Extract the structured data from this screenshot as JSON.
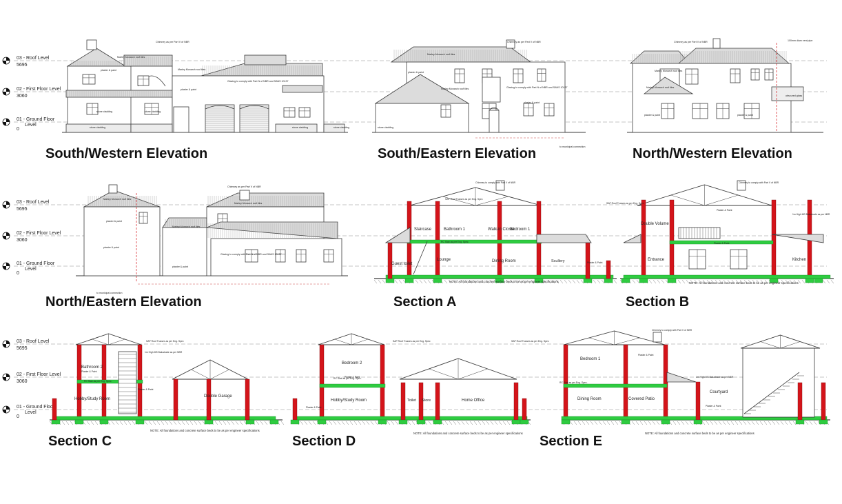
{
  "sheet": {
    "level_labels": {
      "roof": "03 - Roof Level",
      "first": "02 - First Floor Level",
      "ground_line1": "01 - Ground Floor",
      "ground_line2": "Level",
      "h_roof": "5695",
      "h_first": "3060",
      "h_ground": "0"
    },
    "views": [
      {
        "id": "sw",
        "title": "South/Western Elevation",
        "labels": [
          "Marley Monarch roof tiles",
          "Chimney as per Part V of NBR",
          "plaster & paint",
          "Marley Monarch roof tiles",
          "Glazing to comply with Part N of NBR and SANS 10137",
          "plaster & paint",
          "stone cladding",
          "stone cladding",
          "stone cladding"
        ]
      },
      {
        "id": "se",
        "title": "South/Eastern Elevation",
        "labels": [
          "Chimney as per Part V of NBR",
          "Marley Monarch roof tiles",
          "plaster & paint",
          "Marley Monarch roof tiles",
          "Glazing to comply with Part N of NBR and SANS 10137",
          "plaster & paint",
          "stone cladding",
          "to municipal connection"
        ]
      },
      {
        "id": "nw",
        "title": "North/Western Elevation",
        "labels": [
          "Chimney as per Part V of NBR",
          "100mm diam vent pipe",
          "Marley Monarch roof tiles",
          "Marley Monarch roof tiles",
          "obscured glass",
          "plaster & paint",
          "plaster & paint"
        ]
      },
      {
        "id": "ne",
        "title": "North/Eastern Elevation",
        "labels": [
          "Chimney as per Part V of NBR",
          "Marley Monarch roof tiles",
          "plaster & paint",
          "Marley Monarch roof tiles",
          "Marley Monarch roof tiles",
          "plaster & paint",
          "Glazing to comply with Part N of NBR and SANS 10137",
          "plaster & paint",
          "to municipal connection"
        ]
      },
      {
        "id": "secA",
        "title": "Section A",
        "labels": [
          "Chimney to comply with Part V of NBR",
          "SAP Roof Trusses as per Eng. Spec",
          "Staircase",
          "Bathroom 1",
          "Walk-in Closet",
          "Bedroom 1",
          "RC Slab as per Eng. Spec.",
          "Guest toilet",
          "Lounge",
          "Dining Room",
          "Scullery",
          "Plaster & Paint",
          "NOTE: All foundations and concrete surface beds to be as per engineer specifications"
        ]
      },
      {
        "id": "secB",
        "title": "Section B",
        "labels": [
          "Chimney to comply with Part V of NBR",
          "SAP Roof Trusses as per Eng. Spec",
          "Plaster & Paint",
          "Double Volume",
          "1m High MS Balustrade as per NBR",
          "Plaster & Paint",
          "Entrance",
          "Kitchen",
          "NOTE: All foundations and concrete surface beds to be as per engineer specifications"
        ]
      },
      {
        "id": "secC",
        "title": "Section C",
        "labels": [
          "SAP Roof Trusses as per Eng. Spec",
          "1m High MS Balustrade as per NBR",
          "Bathroom 2",
          "Plaster & Paint",
          "Hobby/Study Room",
          "RC Slab as per Eng. Spec.",
          "Plaster & Paint",
          "Double Garage",
          "NOTE: All foundations and concrete surface beds to be as per engineer specifications"
        ]
      },
      {
        "id": "secD",
        "title": "Section D",
        "labels": [
          "SAP Roof Trusses as per Eng. Spec",
          "Bedroom 2",
          "Plaster & Paint",
          "RC Slab as per Eng. Spec.",
          "Hobby/Study Room",
          "Toilet",
          "Store",
          "Home Office",
          "Plaster & Paint",
          "NOTE: All foundations and concrete surface beds to be as per engineer specifications"
        ]
      },
      {
        "id": "secE",
        "title": "Section E",
        "labels": [
          "Chimney to comply with Part V of NBR",
          "SAP Roof Trusses as per Eng. Spec",
          "Bedroom 1",
          "Plaster & Paint",
          "RC Slab as per Eng. Spec.",
          "Dining Room",
          "Covered Patio",
          "1m High MS Balustrade as per NBR",
          "Courtyard",
          "Plaster & Paint",
          "NOTE: All foundations and concrete surface beds to be as per engineer specifications"
        ]
      }
    ],
    "colors": {
      "line": "#3a3a3a",
      "wall_cut": "#d4141a",
      "slab": "#2ecc40",
      "level_dash": "#8a8a8a",
      "roof_fill": "#dcdcdc"
    }
  }
}
